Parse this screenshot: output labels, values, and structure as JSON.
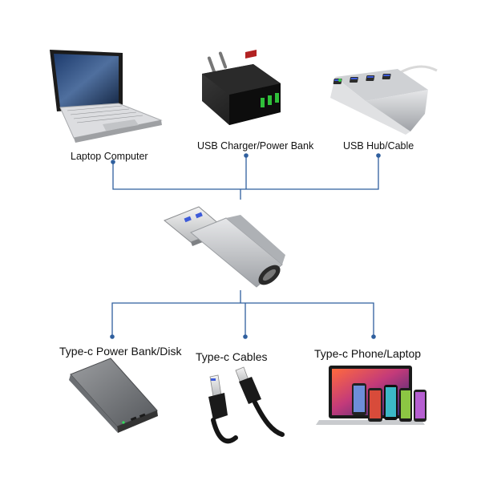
{
  "colors": {
    "connector_line": "#2f5f9e",
    "adapter_body": "#c9cacc",
    "usb_blue": "#3d5bd9"
  },
  "top_devices": [
    {
      "label": "Laptop Computer",
      "icon": "laptop-icon"
    },
    {
      "label": "USB Charger/Power Bank",
      "icon": "usb-charger-icon"
    },
    {
      "label": "USB Hub/Cable",
      "icon": "usb-hub-icon"
    }
  ],
  "center_product": {
    "icon": "usb-a-to-type-c-adapter-icon"
  },
  "bottom_devices": [
    {
      "label": "Type-c Power Bank/Disk",
      "icon": "power-bank-icon"
    },
    {
      "label": "Type-c Cables",
      "icon": "type-c-cable-icon"
    },
    {
      "label": "Type-c Phone/Laptop",
      "icon": "phone-laptop-icon"
    }
  ]
}
